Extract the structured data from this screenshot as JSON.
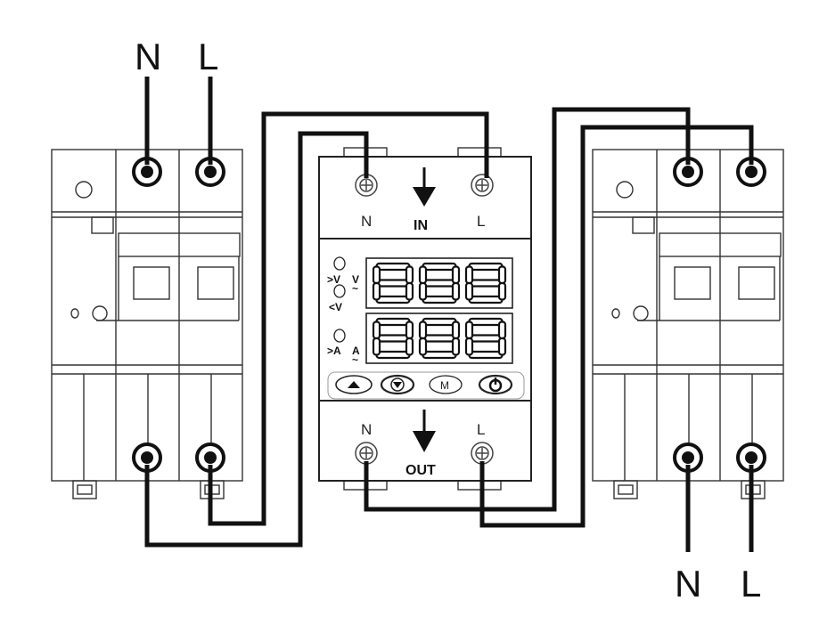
{
  "wire_labels": {
    "input_n": "N",
    "input_l": "L",
    "output_n": "N",
    "output_l": "L"
  },
  "protector": {
    "top_terminals": {
      "n": "N",
      "l": "L"
    },
    "bottom_terminals": {
      "n": "N",
      "l": "L"
    },
    "in_label": "IN",
    "out_label": "OUT",
    "voltage_display": "888",
    "current_display": "888",
    "indicators": {
      "over_voltage": ">V",
      "voltage_unit": "V",
      "voltage_unit_sub": "~",
      "under_voltage": "<V",
      "over_current": ">A",
      "current_unit": "A",
      "current_unit_sub": "~"
    },
    "buttons": {
      "up": "up-arrow-icon",
      "down": "down-arrow-icon",
      "mode": "M",
      "power": "power-icon"
    }
  },
  "colors": {
    "line": "#111111",
    "body": "#ffffff",
    "panel": "#f4f4f4"
  }
}
